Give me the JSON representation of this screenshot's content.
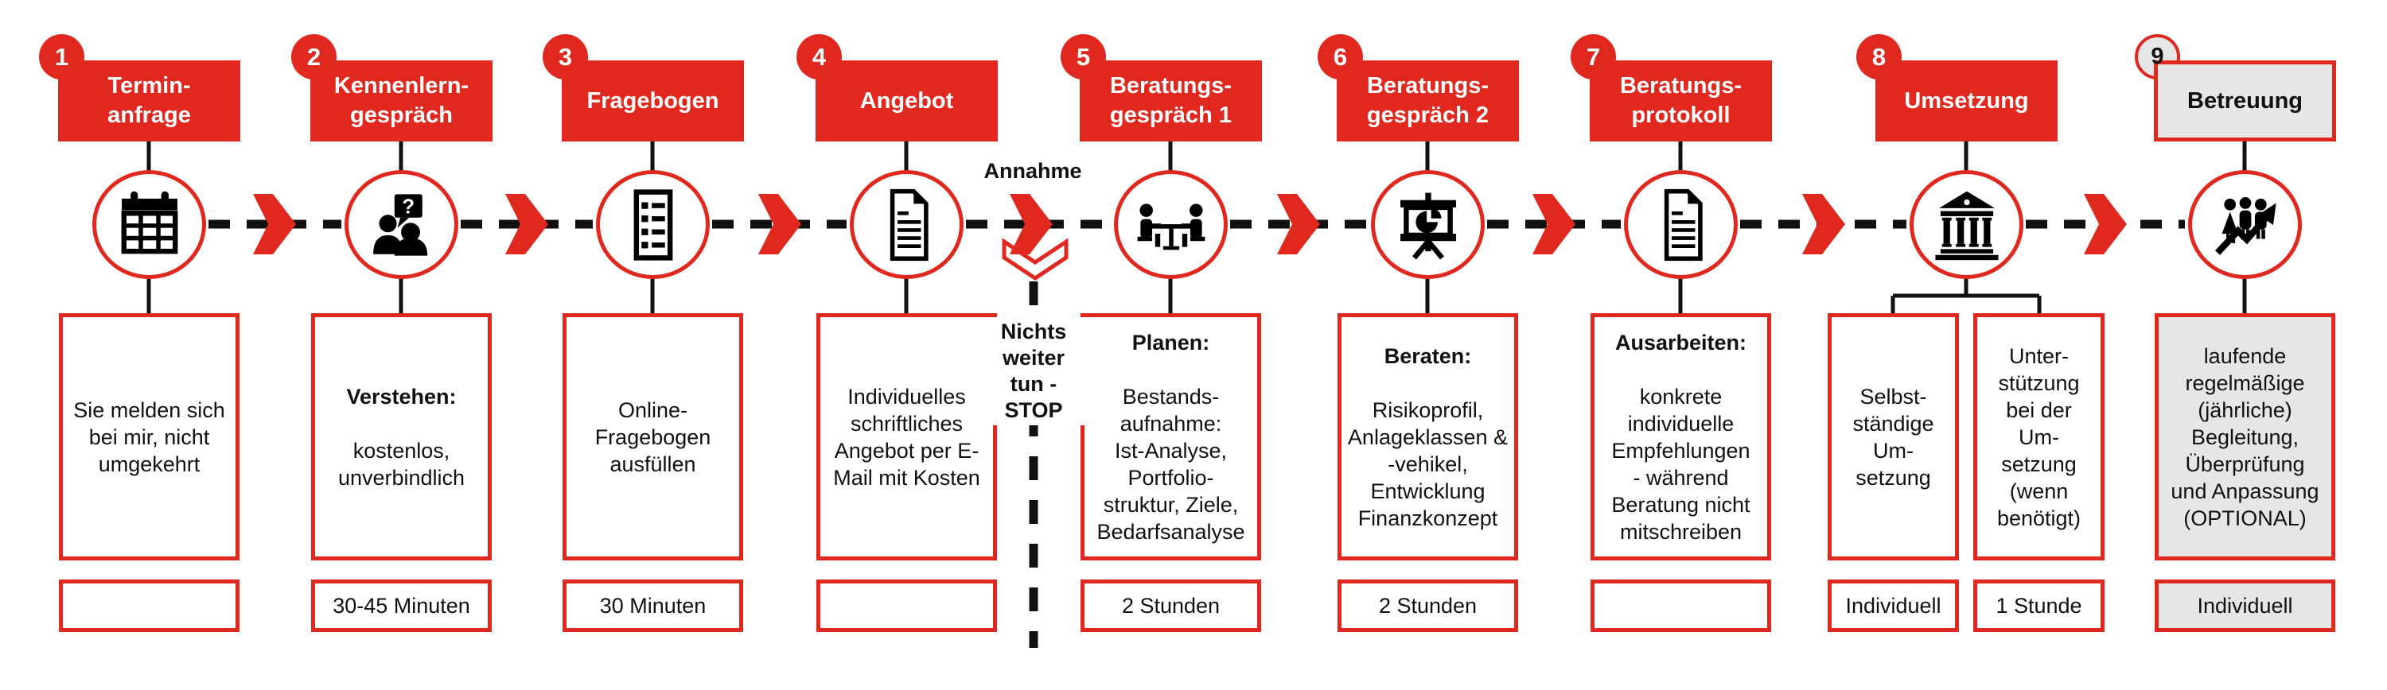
{
  "colors": {
    "red": "#e0281e",
    "light_gray": "#e7e6e6",
    "line_black": "#111111"
  },
  "decision": {
    "accept_label": "Annahme",
    "stop_label": "Nichts\nweiter\ntun -\nSTOP"
  },
  "icon_glyphs": {
    "question_mark": "?"
  },
  "steps": [
    {
      "number": "1",
      "title": "Termin-\nanfrage",
      "icon": "calendar-icon",
      "lead": "",
      "body": "Sie melden sich\nbei mir, nicht\numgekehrt",
      "duration": ""
    },
    {
      "number": "2",
      "title": "Kennenlern-\ngespräch",
      "icon": "meeting-question-icon",
      "lead": "Verstehen:",
      "body": "kostenlos,\nunverbindlich",
      "duration": "30-45 Minuten"
    },
    {
      "number": "3",
      "title": "Fragebogen",
      "icon": "checklist-icon",
      "lead": "",
      "body": "Online-\nFragebogen\nausfüllen",
      "duration": "30 Minuten"
    },
    {
      "number": "4",
      "title": "Angebot",
      "icon": "offer-document-icon",
      "lead": "",
      "body": "Individuelles\nschriftliches\nAngebot per E-\nMail mit Kosten",
      "duration": ""
    },
    {
      "number": "5",
      "title": "Beratungs-\ngespräch 1",
      "icon": "consultation-table-icon",
      "lead": "Planen:",
      "body": "Bestands-\naufnahme:\nIst-Analyse,\nPortfolio-\nstruktur, Ziele,\nBedarfsanalyse",
      "duration": "2 Stunden"
    },
    {
      "number": "6",
      "title": "Beratungs-\ngespräch 2",
      "icon": "presentation-chart-icon",
      "lead": "Beraten:",
      "body": "Risikoprofil,\nAnlageklassen &\n-vehikel,\nEntwicklung\nFinanzkonzept",
      "duration": "2 Stunden"
    },
    {
      "number": "7",
      "title": "Beratungs-\nprotokoll",
      "icon": "protocol-document-icon",
      "lead": "Ausarbeiten:",
      "body": "konkrete\nindividuelle\nEmpfehlungen\n- während\nBeratung nicht\nmitschreiben",
      "duration": ""
    },
    {
      "number": "8",
      "title": "Umsetzung",
      "icon": "bank-icon",
      "lead": "",
      "branches": [
        {
          "body": "Selbst-\nständige\nUm-\nsetzung",
          "duration": "Individuell"
        },
        {
          "body": "Unter-\nstützung\nbei der\nUm-\nsetzung\n(wenn\nbenötigt)",
          "duration": "1 Stunde"
        }
      ]
    },
    {
      "number": "9",
      "title": "Betreuung",
      "icon": "clients-growth-icon",
      "lead": "",
      "body": "laufende\nregelmäßige\n(jährliche)\nBegleitung,\nÜberprüfung\nund Anpassung\n(OPTIONAL)",
      "duration": "Individuell"
    }
  ]
}
